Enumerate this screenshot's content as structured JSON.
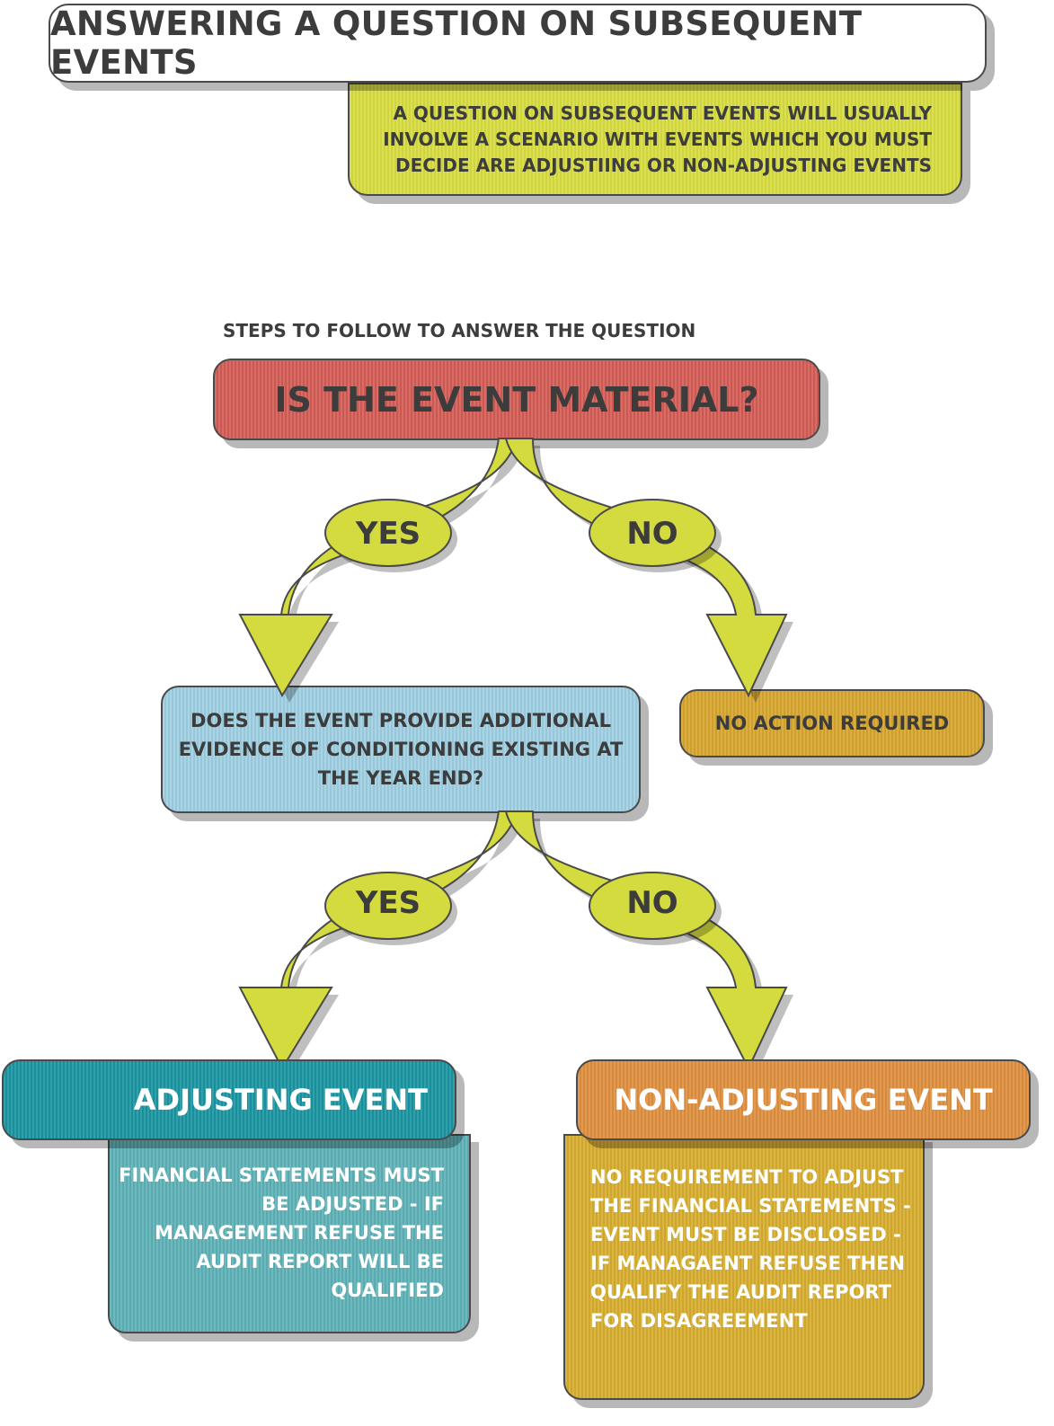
{
  "title": "ANSWERING A QUESTION ON SUBSEQUENT EVENTS",
  "intro": "A QUESTION ON SUBSEQUENT EVENTS WILL USUALLY INVOLVE A SCENARIO WITH EVENTS WHICH YOU MUST DECIDE ARE ADJUSTIING OR NON-ADJUSTING EVENTS",
  "steps_label": "STEPS TO FOLLOW TO ANSWER THE QUESTION",
  "question1": "IS THE EVENT MATERIAL?",
  "question2": "DOES THE EVENT PROVIDE ADDITIONAL EVIDENCE OF CONDITIONING EXISTING AT THE YEAR END?",
  "branch1": {
    "yes": "YES",
    "no": "NO"
  },
  "branch2": {
    "yes": "YES",
    "no": "NO"
  },
  "no_action": "NO ACTION REQUIRED",
  "adjusting": {
    "title": "ADJUSTING EVENT",
    "body": "FINANCIAL STATEMENTS MUST BE ADJUSTED - IF MANAGEMENT REFUSE THE AUDIT REPORT WILL BE QUALIFIED"
  },
  "non_adjusting": {
    "title": "NON-ADJUSTING EVENT",
    "body": "NO REQUIREMENT TO ADJUST THE FINANCIAL STATEMENTS - EVENT MUST BE DISCLOSED - IF MANAGAENT REFUSE THEN QUALIFY THE AUDIT REPORT FOR DISAGREEMENT"
  },
  "colors": {
    "title_fill": "#ffffff",
    "intro_fill": "#d7dc3f",
    "question1_fill": "#d45b55",
    "question2_fill": "#9ecfe2",
    "no_action_fill": "#d6a52d",
    "adjusting_header": "#1a95a2",
    "adjusting_body": "#5db1b7",
    "non_adjusting_header": "#df8f3e",
    "non_adjusting_body": "#d7ad2e",
    "arrow_fill": "#d4db3e",
    "outline": "#4a4a4a"
  }
}
